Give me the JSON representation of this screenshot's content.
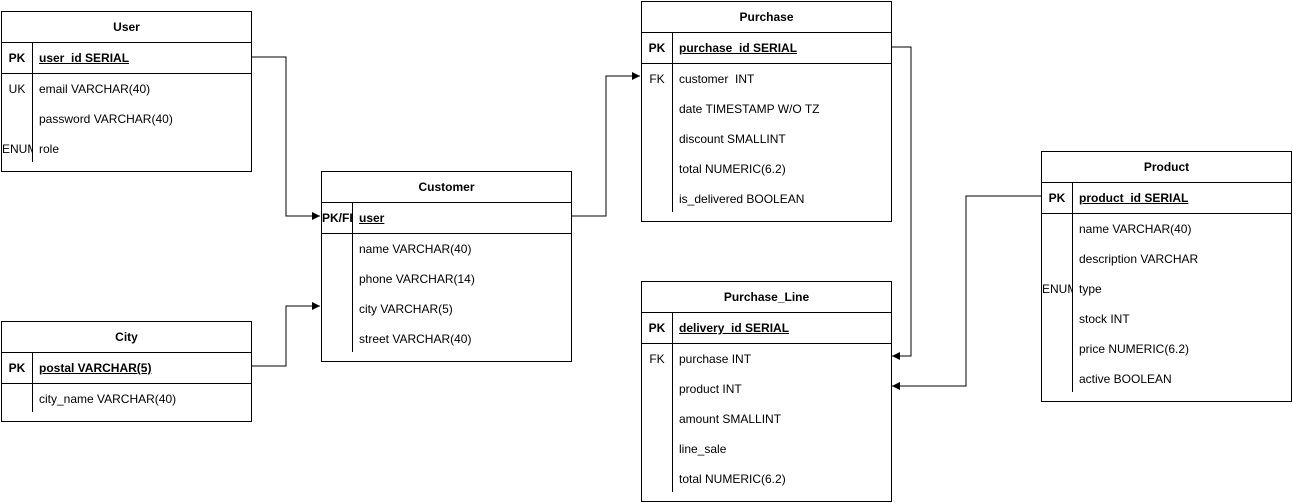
{
  "tables": {
    "user": {
      "title": "User",
      "rows": [
        {
          "key": "PK",
          "field": "user_id SERIAL"
        },
        {
          "key": "UK",
          "field": "email VARCHAR(40)"
        },
        {
          "key": "",
          "field": "password VARCHAR(40)"
        },
        {
          "key": "ENUM",
          "field": "role"
        }
      ]
    },
    "city": {
      "title": "City",
      "rows": [
        {
          "key": "PK",
          "field": "postal VARCHAR(5)"
        },
        {
          "key": "",
          "field": "city_name VARCHAR(40)"
        }
      ]
    },
    "customer": {
      "title": "Customer",
      "rows": [
        {
          "key": "PK/FK",
          "field": "user"
        },
        {
          "key": "",
          "field": "name VARCHAR(40)"
        },
        {
          "key": "",
          "field": "phone VARCHAR(14)"
        },
        {
          "key": "",
          "field": "city VARCHAR(5)"
        },
        {
          "key": "",
          "field": "street VARCHAR(40)"
        }
      ]
    },
    "purchase": {
      "title": "Purchase",
      "rows": [
        {
          "key": "PK",
          "field": "purchase_id SERIAL"
        },
        {
          "key": "FK",
          "field": "customer  INT"
        },
        {
          "key": "",
          "field": "date TIMESTAMP W/O TZ"
        },
        {
          "key": "",
          "field": "discount SMALLINT"
        },
        {
          "key": "",
          "field": "total NUMERIC(6.2)"
        },
        {
          "key": "",
          "field": "is_delivered BOOLEAN"
        }
      ]
    },
    "purchase_line": {
      "title": "Purchase_Line",
      "rows": [
        {
          "key": "PK",
          "field": "delivery_id SERIAL"
        },
        {
          "key": "FK",
          "field": "purchase INT"
        },
        {
          "key": "",
          "field": "product INT"
        },
        {
          "key": "",
          "field": "amount SMALLINT"
        },
        {
          "key": "",
          "field": "line_sale"
        },
        {
          "key": "",
          "field": "total NUMERIC(6.2)"
        }
      ]
    },
    "product": {
      "title": "Product",
      "rows": [
        {
          "key": "PK",
          "field": "product_id SERIAL"
        },
        {
          "key": "",
          "field": "name VARCHAR(40)"
        },
        {
          "key": "",
          "field": "description VARCHAR"
        },
        {
          "key": "ENUM",
          "field": "type"
        },
        {
          "key": "",
          "field": "stock INT"
        },
        {
          "key": "",
          "field": "price NUMERIC(6.2)"
        },
        {
          "key": "",
          "field": "active BOOLEAN"
        }
      ]
    }
  },
  "relations": [
    {
      "from": "user.user_id",
      "to": "customer.user"
    },
    {
      "from": "city.postal",
      "to": "customer.city"
    },
    {
      "from": "customer.user",
      "to": "purchase.customer"
    },
    {
      "from": "purchase.purchase_id",
      "to": "purchase_line.purchase"
    },
    {
      "from": "product.product_id",
      "to": "purchase_line.product"
    }
  ],
  "colors": {
    "line": "#000000",
    "background": "#ffffff"
  }
}
